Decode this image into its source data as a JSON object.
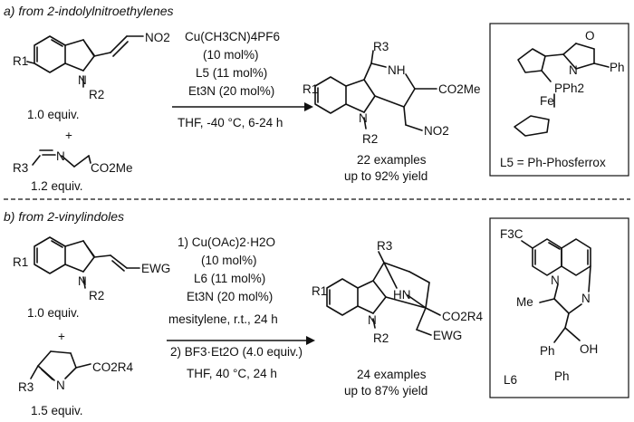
{
  "sections": {
    "a": {
      "heading": "a) from 2-indolylnitroethylenes",
      "reactant1": {
        "r1": "R1",
        "r2": "R2",
        "no2": "NO2",
        "equiv": "1.0 equiv."
      },
      "plus": "+",
      "reactant2": {
        "r3": "R3",
        "n": "N",
        "co2me": "CO2Me",
        "equiv": "1.2 equiv."
      },
      "conditions": [
        "Cu(CH3CN)4PF6",
        "(10 mol%)",
        "L5 (11 mol%)",
        "Et3N (20 mol%)",
        "THF, -40 °C, 6-24 h"
      ],
      "product": {
        "r1": "R1",
        "r2": "R2",
        "r3": "R3",
        "nh": "NH",
        "co2me": "CO2Me",
        "no2": "NO2"
      },
      "results": [
        "22 examples",
        "up to 92% yield"
      ],
      "ligand": {
        "o": "O",
        "n": "N",
        "ph": "Ph",
        "fe": "Fe",
        "pph2": "PPh2",
        "label": "L5 = Ph-Phosferrox"
      }
    },
    "b": {
      "heading": "b) from 2-vinylindoles",
      "reactant1": {
        "r1": "R1",
        "r2": "R2",
        "n": "N",
        "ewg": "EWG",
        "equiv": "1.0 equiv."
      },
      "plus": "+",
      "reactant2": {
        "r3": "R3",
        "n": "N",
        "co2r4": "CO2R4",
        "equiv": "1.5 equiv."
      },
      "conditions_top": [
        "1) Cu(OAc)2·H2O",
        "(10 mol%)",
        "L6 (11 mol%)",
        "Et3N (20 mol%)",
        "mesitylene, r.t., 24 h"
      ],
      "conditions_bottom": [
        "2) BF3·Et2O (4.0 equiv.)",
        "THF, 40 °C, 24 h"
      ],
      "product": {
        "r1": "R1",
        "r2": "R2",
        "r3": "R3",
        "hn": "HN",
        "co2r4": "CO2R4",
        "ewg": "EWG",
        "n": "N"
      },
      "results": [
        "24 examples",
        "up to 87% yield"
      ],
      "ligand": {
        "cf3": "F3C",
        "n": "N",
        "me": "Me",
        "ph_a": "Ph",
        "ph_b": "Ph",
        "oh": "OH",
        "label": "L6"
      }
    }
  }
}
